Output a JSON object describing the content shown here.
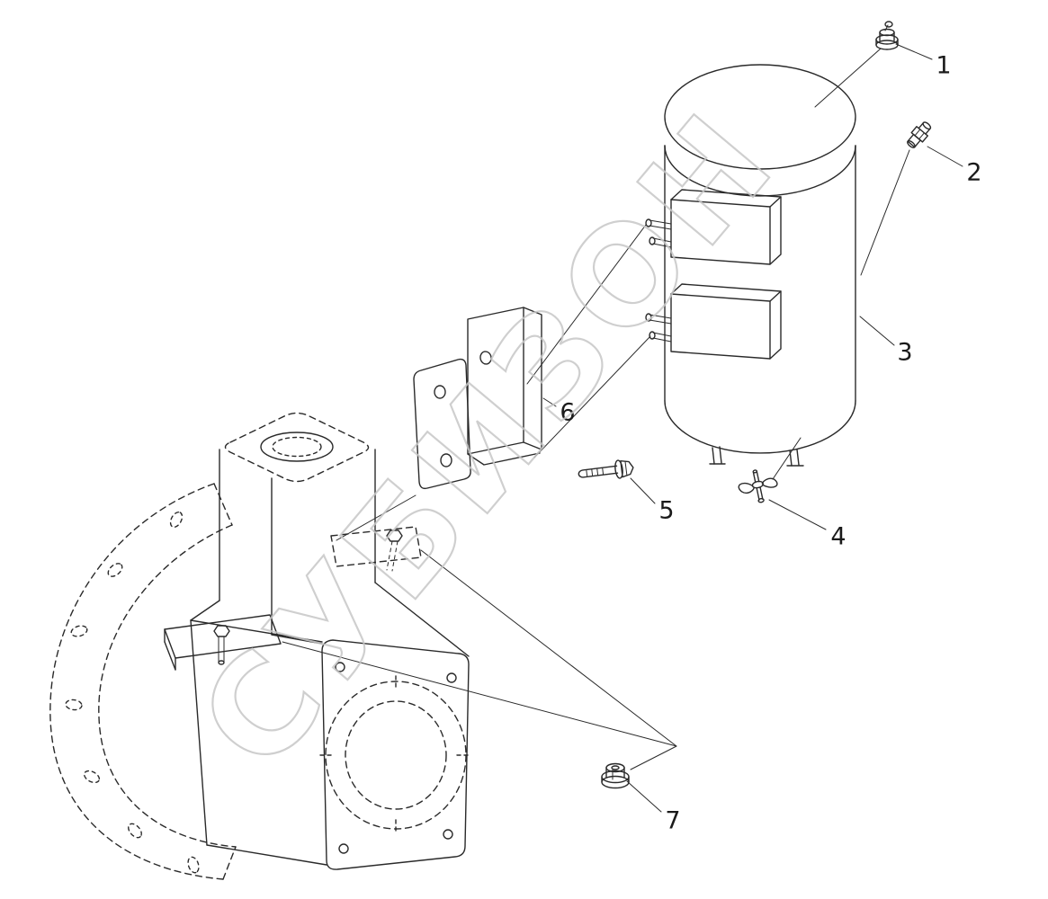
{
  "diagram": {
    "type": "exploded-parts-diagram",
    "subject": "air reservoir tank with mounting bracket and gear housing",
    "background": "#ffffff",
    "line_color": "#2a2a2a",
    "watermark": {
      "text": "СУБИЗОН",
      "color": "#c7c7c7"
    },
    "callouts": [
      {
        "label": "1",
        "part": "cap-nut"
      },
      {
        "label": "2",
        "part": "fitting"
      },
      {
        "label": "3",
        "part": "air-tank"
      },
      {
        "label": "4",
        "part": "drain-valve"
      },
      {
        "label": "5",
        "part": "hex-bolt"
      },
      {
        "label": "6",
        "part": "mounting-bracket"
      },
      {
        "label": "7",
        "part": "flange-nut"
      }
    ]
  }
}
